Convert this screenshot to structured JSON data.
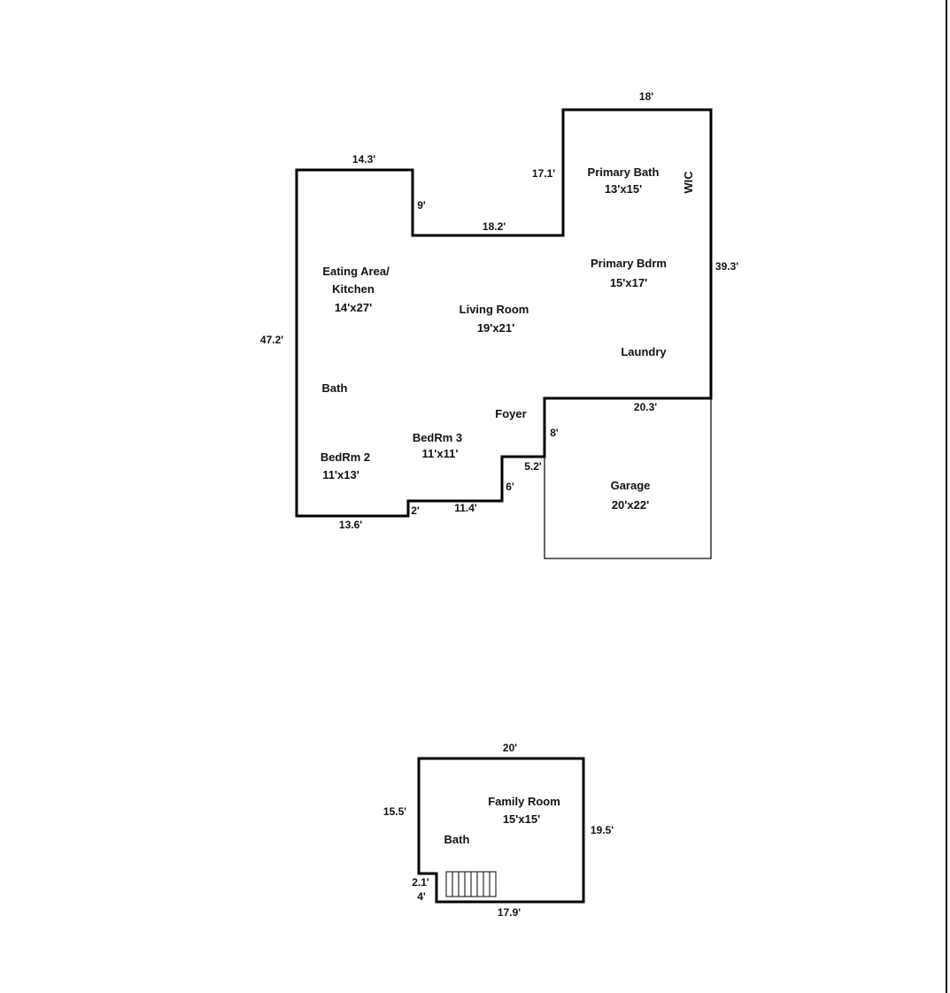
{
  "colors": {
    "wall": "#000000",
    "text": "#111111",
    "background": "#ffffff"
  },
  "main_floor": {
    "rooms": [
      {
        "name": "Eating Area/",
        "name2": "Kitchen",
        "size": "14'x27'"
      },
      {
        "name": "Living Room",
        "size": "19'x21'"
      },
      {
        "name": "Primary Bath",
        "size": "13'x15'"
      },
      {
        "name": "Primary Bdrm",
        "size": "15'x17'"
      },
      {
        "name": "Laundry"
      },
      {
        "name": "Bath"
      },
      {
        "name": "Foyer"
      },
      {
        "name": "BedRm 3",
        "size": "11'x11'"
      },
      {
        "name": "BedRm 2",
        "size": "11'x13'"
      },
      {
        "name": "Garage",
        "size": "20'x22'"
      },
      {
        "name": "WIC"
      }
    ],
    "dimensions": [
      "18'",
      "14.3'",
      "17.1'",
      "9'",
      "18.2'",
      "39.3'",
      "47.2'",
      "20.3'",
      "8'",
      "5.2'",
      "6'",
      "2'",
      "11.4'",
      "13.6'"
    ]
  },
  "lower_floor": {
    "rooms": [
      {
        "name": "Family Room",
        "size": "15'x15'"
      },
      {
        "name": "Bath"
      }
    ],
    "dimensions": [
      "20'",
      "15.5'",
      "19.5'",
      "2.1'",
      "4'",
      "17.9'"
    ]
  }
}
